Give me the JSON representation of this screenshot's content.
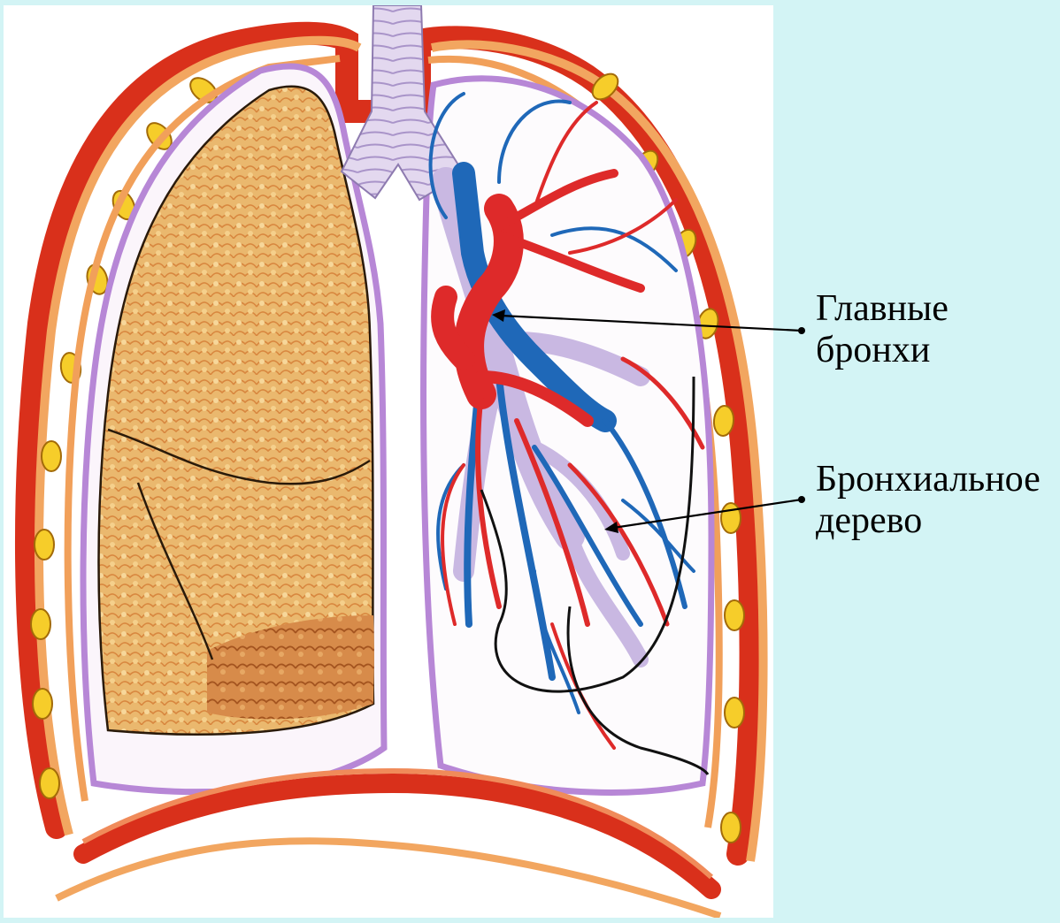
{
  "labels": {
    "main_bronchi": {
      "line1": "Главные",
      "line2": "бронхи"
    },
    "bronchial_tree": {
      "line1": "Бронхиальное",
      "line2": "дерево"
    }
  },
  "colors": {
    "background": "#d3f4f5",
    "panel": "#ffffff",
    "lung_tissue": "#e9b368",
    "pleura": "#b888d6",
    "outer_membrane": "#f0a25b",
    "rib_muscle": "#d93a1e",
    "rib_bone": "#f6cd2a",
    "trachea": "#ddd2ec",
    "artery": "#de2a2a",
    "vein": "#1f68b8",
    "diaphragm": "#d8321a",
    "callout_line": "#000000"
  }
}
